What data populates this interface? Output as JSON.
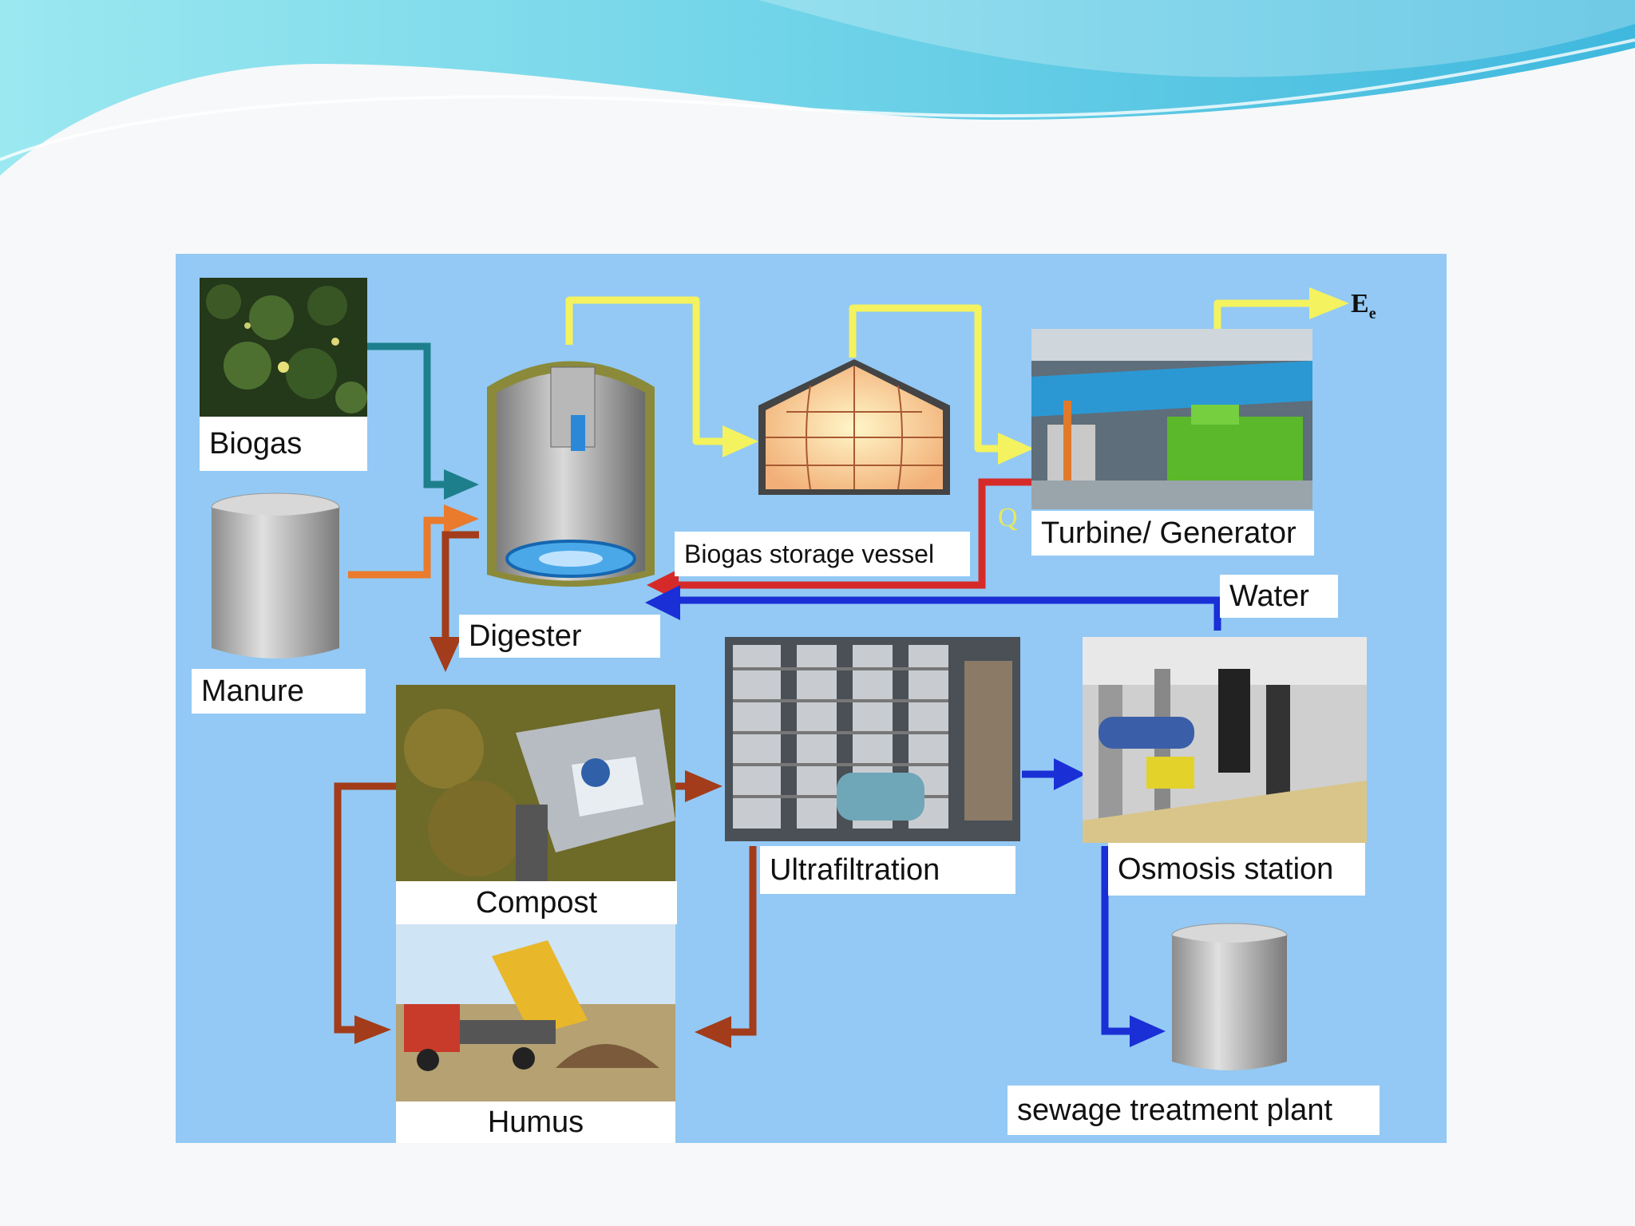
{
  "diagram": {
    "nodes": {
      "biogas": "Biogas",
      "manure": "Manure",
      "digester": "Digester",
      "storage": "Biogas storage vessel",
      "turbine": "Turbine/ Generator",
      "water": "Water",
      "compost": "Compost",
      "ultrafiltration": "Ultrafiltration",
      "osmosis": "Osmosis station",
      "humus": "Humus",
      "sewage": "sewage treatment plant"
    },
    "heat_symbol": "Q",
    "energy_symbol": "E",
    "energy_subscript": "e"
  },
  "colors": {
    "header_wave": "#7fd6ea",
    "panel_background": "#93c9f4",
    "biogas_flow": "#f4f25e",
    "plant_flow": "#1d7f8c",
    "manure_flow": "#ea7a2c",
    "heat_flow": "#d62a2a",
    "water_flow": "#1a2fd6",
    "compost_flow": "#a23c1a"
  }
}
